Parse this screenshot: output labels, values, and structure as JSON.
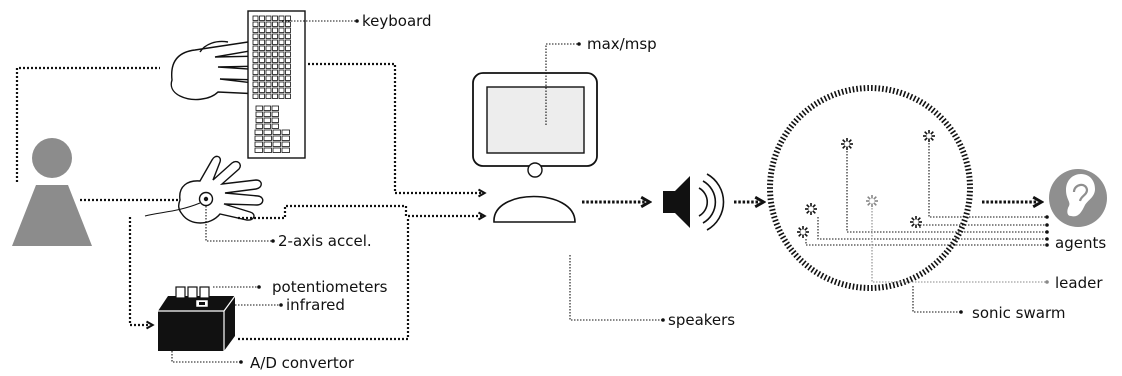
{
  "labels": {
    "keyboard": "keyboard",
    "max_msp": "max/msp",
    "accel": "2-axis accel.",
    "potentiometers": "potentiometers",
    "infrared": "infrared",
    "ad_convertor": "A/D convertor",
    "speakers": "speakers",
    "agents": "agents",
    "leader": "leader",
    "sonic_swarm": "sonic swarm"
  },
  "colors": {
    "ink": "#111111",
    "person": "#8c8c8c",
    "screen": "#ededed",
    "ear_badge": "#8f8f8f",
    "leader": "#999999"
  }
}
